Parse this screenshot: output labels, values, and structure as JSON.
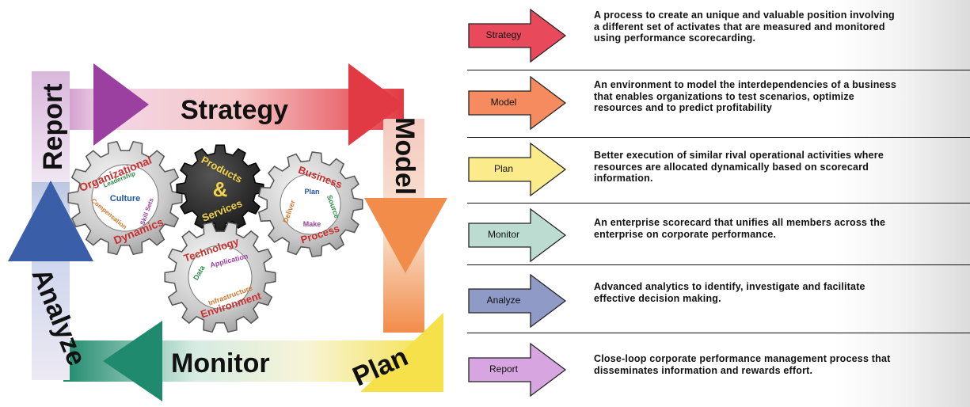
{
  "cycle": {
    "labels": {
      "strategy": "Strategy",
      "model": "Model",
      "plan": "Plan",
      "monitor": "Monitor",
      "analyze": "Analyze",
      "report": "Report"
    },
    "colors": {
      "strategy": "#e23a45",
      "model": "#f28c4a",
      "plan": "#f6e14a",
      "monitor": "#1f8a6e",
      "analyze": "#3b5ea8",
      "report": "#9b3fa0"
    }
  },
  "gears": {
    "org": {
      "title_top": "Organizational",
      "title_bottom": "Dynamics",
      "center": "Culture",
      "items": [
        "Leadership",
        "Skill Sets",
        "Compensation"
      ]
    },
    "products": {
      "line1": "Products",
      "amp": "&",
      "line2": "Services"
    },
    "business": {
      "title_top": "Business",
      "title_bottom": "Process",
      "items": [
        "Plan",
        "Source",
        "Make",
        "Deliver"
      ]
    },
    "technology": {
      "title_top": "Technology",
      "title_bottom": "Environment",
      "items": [
        "Data",
        "Application",
        "Infrastructure"
      ]
    }
  },
  "rows": [
    {
      "label": "Strategy",
      "color": "#e84a5c",
      "description": [
        "A process to create an unique and valuable position involving",
        "a different set of activates that are measured and monitored",
        "using performance scorecarding."
      ]
    },
    {
      "label": "Model",
      "color": "#f58b5e",
      "description": [
        "An environment to model the interdependencies of a business",
        "that enables organizations to test scenarios, optimize",
        "resources and to predict  profitability"
      ]
    },
    {
      "label": "Plan",
      "color": "#fbeb8a",
      "description": [
        "Better execution of similar rival operational activities where",
        "resources are allocated dynamically based on scorecard",
        "information."
      ]
    },
    {
      "label": "Monitor",
      "color": "#bcdcd2",
      "description": [
        "An enterprise scorecard that unifies all members across the",
        "enterprise on corporate performance."
      ]
    },
    {
      "label": "Analyze",
      "color": "#8f9ac6",
      "description": [
        "Advanced analytics to identify, investigate and facilitate",
        "effective decision making."
      ]
    },
    {
      "label": "Report",
      "color": "#d7a6e0",
      "description": [
        "Close-loop corporate performance management process that",
        "disseminates information and rewards effort."
      ]
    }
  ]
}
